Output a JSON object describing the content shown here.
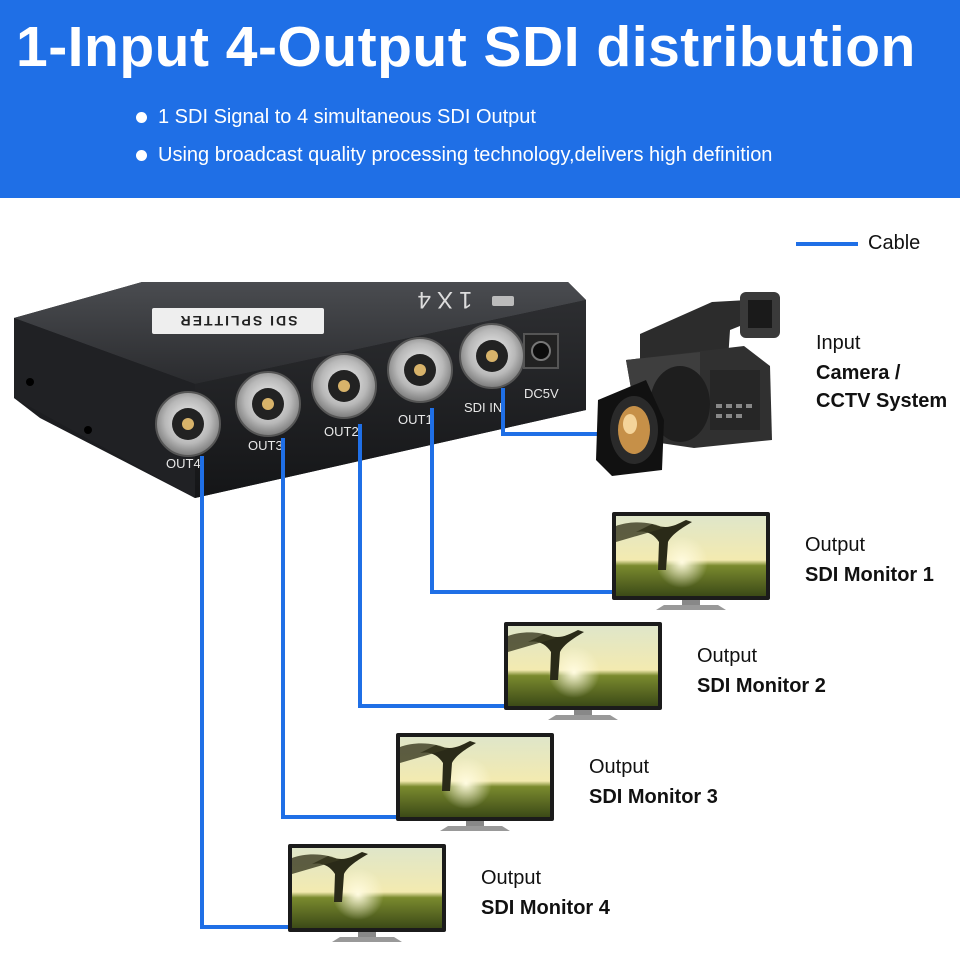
{
  "header": {
    "title": "1-Input 4-Output SDI distribution",
    "bullets": [
      "1 SDI Signal to 4 simultaneous SDI Output",
      "Using broadcast quality processing technology,delivers high definition"
    ]
  },
  "legend": {
    "label": "Cable",
    "color": "#1f6fe6"
  },
  "device": {
    "badge": "SDI SPLITTER",
    "model": "1X4",
    "ports": [
      "OUT4",
      "OUT3",
      "OUT2",
      "OUT1",
      "SDI IN"
    ],
    "power": "DC5V"
  },
  "input": {
    "kind": "Input",
    "name_line1": "Camera /",
    "name_line2": "CCTV System"
  },
  "outputs": [
    {
      "kind": "Output",
      "name": "SDI Monitor 1"
    },
    {
      "kind": "Output",
      "name": "SDI Monitor 2"
    },
    {
      "kind": "Output",
      "name": "SDI Monitor 3"
    },
    {
      "kind": "Output",
      "name": "SDI Monitor 4"
    }
  ]
}
